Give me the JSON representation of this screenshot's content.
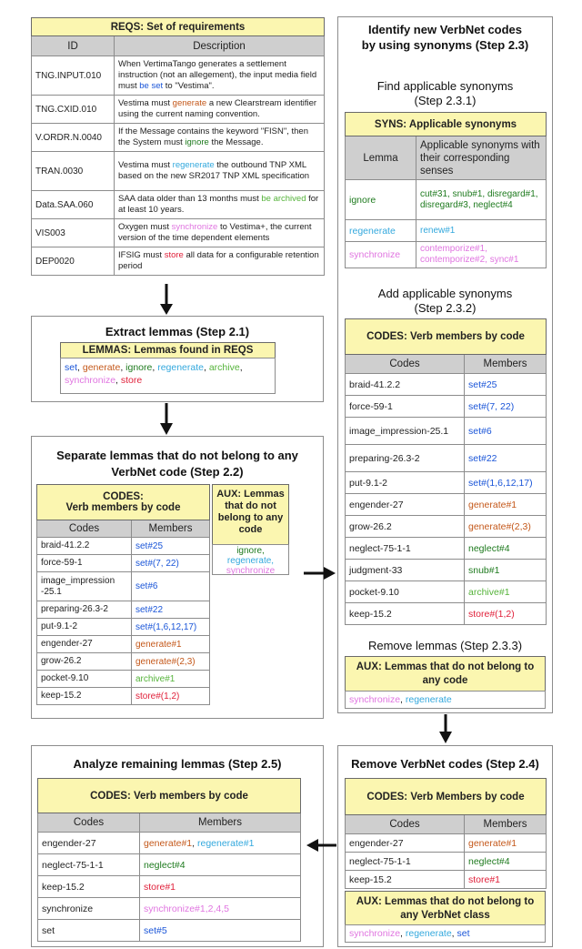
{
  "reqs": {
    "caption": "REQS: Set of requirements",
    "headers": [
      "ID",
      "Description"
    ],
    "rows": [
      {
        "id": "TNG.INPUT.010",
        "parts": [
          {
            "t": "When VertimaTango generates a settlement instruction (not an allegement), the input media field must ",
            "c": "dark"
          },
          {
            "t": "be set",
            "c": "blue"
          },
          {
            "t": " to \"Vestima\".",
            "c": "dark"
          }
        ]
      },
      {
        "id": "TNG.CXID.010",
        "parts": [
          {
            "t": "Vestima must ",
            "c": "dark"
          },
          {
            "t": "generate",
            "c": "orange"
          },
          {
            "t": " a new Clearstream identifier using the current naming convention.",
            "c": "dark"
          }
        ]
      },
      {
        "id": "V.ORDR.N.0040",
        "parts": [
          {
            "t": "If the Message contains the keyword \"FISN\", then the System must ",
            "c": "dark"
          },
          {
            "t": "ignore",
            "c": "dgreen"
          },
          {
            "t": " the Message.",
            "c": "dark"
          }
        ]
      },
      {
        "id": "TRAN.0030",
        "parts": [
          {
            "t": "Vestima must ",
            "c": "dark"
          },
          {
            "t": "regenerate",
            "c": "lblue"
          },
          {
            "t": " the outbound TNP XML based on the new SR2017 TNP XML specification",
            "c": "dark"
          }
        ]
      },
      {
        "id": "Data.SAA.060",
        "parts": [
          {
            "t": "SAA data older than 13 months must ",
            "c": "dark"
          },
          {
            "t": "be archived",
            "c": "lgreen"
          },
          {
            "t": " for at least 10 years.",
            "c": "dark"
          }
        ]
      },
      {
        "id": "VIS003",
        "parts": [
          {
            "t": "Oxygen must ",
            "c": "dark"
          },
          {
            "t": "synchronize",
            "c": "pink"
          },
          {
            "t": " to Vestima+, the current version of the time dependent elements",
            "c": "dark"
          }
        ]
      },
      {
        "id": "DEP0020",
        "parts": [
          {
            "t": " IFSIG must ",
            "c": "dark"
          },
          {
            "t": "store",
            "c": "red"
          },
          {
            "t": " all data for a configurable retention period",
            "c": "dark"
          }
        ]
      }
    ]
  },
  "step21": {
    "title": "Extract lemmas (Step 2.1)",
    "caption": "LEMMAS: Lemmas found in REQS",
    "parts": [
      {
        "t": "set",
        "c": "blue"
      },
      {
        "t": ", ",
        "c": "dark"
      },
      {
        "t": "generate",
        "c": "orange"
      },
      {
        "t": ", ",
        "c": "dark"
      },
      {
        "t": "ignore",
        "c": "dgreen"
      },
      {
        "t": ", ",
        "c": "dark"
      },
      {
        "t": "regenerate",
        "c": "lblue"
      },
      {
        "t": ", ",
        "c": "dark"
      },
      {
        "t": "archive",
        "c": "lgreen"
      },
      {
        "t": ", ",
        "c": "dark"
      },
      {
        "t": "synchronize",
        "c": "pink"
      },
      {
        "t": ", ",
        "c": "dark"
      },
      {
        "t": "store",
        "c": "red"
      }
    ]
  },
  "step22": {
    "title_line1": "Separate lemmas that do not belong to any",
    "title_line2": "VerbNet code (Step 2.2)",
    "codes_caption_line1": "CODES:",
    "codes_caption_line2": "Verb members by code",
    "headers": [
      "Codes",
      "Members"
    ],
    "rows": [
      {
        "code": "braid-41.2.2",
        "member": "set#25",
        "c": "blue"
      },
      {
        "code": "force-59-1",
        "member": "set#(7, 22)",
        "c": "blue"
      },
      {
        "code": "image_impression -25.1",
        "member": "set#6",
        "c": "blue"
      },
      {
        "code": "preparing-26.3-2",
        "member": "set#22",
        "c": "blue"
      },
      {
        "code": "put-9.1-2",
        "member": "set#(1,6,12,17)",
        "c": "blue"
      },
      {
        "code": "engender-27",
        "member": "generate#1",
        "c": "orange"
      },
      {
        "code": "grow-26.2",
        "member": "generate#(2,3)",
        "c": "orange"
      },
      {
        "code": "pocket-9.10",
        "member": "archive#1",
        "c": "lgreen"
      },
      {
        "code": "keep-15.2",
        "member": "store#(1,2)",
        "c": "red"
      }
    ],
    "aux_caption": "AUX: Lemmas that do not belong to any code",
    "aux_items": [
      {
        "t": "ignore,",
        "c": "dgreen"
      },
      {
        "t": "regenerate,",
        "c": "lblue"
      },
      {
        "t": "synchronize",
        "c": "pink"
      }
    ]
  },
  "step23": {
    "title_line1": "Identify new VerbNet codes",
    "title_line2": "by using synonyms (Step 2.3)",
    "sub1_line1": "Find applicable synonyms",
    "sub1_line2": "(Step 2.3.1)",
    "syns_caption": "SYNS: Applicable synonyms",
    "syns_headers": [
      "Lemma",
      "Applicable synonyms with their corresponding senses"
    ],
    "syns_rows": [
      {
        "lemma": "ignore",
        "syn": "cut#31, snub#1, disregard#1, disregard#3, neglect#4",
        "c": "dgreen"
      },
      {
        "lemma": "regenerate",
        "syn": "renew#1",
        "c": "lblue"
      },
      {
        "lemma": "synchronize",
        "syn": "contemporize#1, contemporize#2, sync#1",
        "c": "pink"
      }
    ],
    "sub2_line1": "Add applicable synonyms",
    "sub2_line2": "(Step 2.3.2)",
    "codes_caption": "CODES: Verb members by code",
    "headers": [
      "Codes",
      "Members"
    ],
    "rows": [
      {
        "code": "braid-41.2.2",
        "member": "set#25",
        "c": "blue"
      },
      {
        "code": "force-59-1",
        "member": "set#(7, 22)",
        "c": "blue"
      },
      {
        "code": "image_impression-25.1",
        "member": "set#6",
        "c": "blue"
      },
      {
        "code": "preparing-26.3-2",
        "member": "set#22",
        "c": "blue"
      },
      {
        "code": "put-9.1-2",
        "member": "set#(1,6,12,17)",
        "c": "blue"
      },
      {
        "code": "engender-27",
        "member": "generate#1",
        "c": "orange"
      },
      {
        "code": "grow-26.2",
        "member": "generate#(2,3)",
        "c": "orange"
      },
      {
        "code": "neglect-75-1-1",
        "member": "neglect#4",
        "c": "dgreen"
      },
      {
        "code": "judgment-33",
        "member": "snub#1",
        "c": "dgreen"
      },
      {
        "code": "pocket-9.10",
        "member": "archive#1",
        "c": "lgreen"
      },
      {
        "code": "keep-15.2",
        "member": "store#(1,2)",
        "c": "red"
      }
    ],
    "sub3": "Remove lemmas (Step 2.3.3)",
    "aux_caption": "AUX: Lemmas that do not belong to any code",
    "aux_parts": [
      {
        "t": "synchronize",
        "c": "pink"
      },
      {
        "t": ", ",
        "c": "dark"
      },
      {
        "t": "regenerate",
        "c": "lblue"
      }
    ]
  },
  "step24": {
    "title": "Remove VerbNet codes (Step 2.4)",
    "codes_caption": "CODES: Verb Members by code",
    "headers": [
      "Codes",
      "Members"
    ],
    "rows": [
      {
        "code": "engender-27",
        "member": "generate#1",
        "c": "orange"
      },
      {
        "code": "neglect-75-1-1",
        "member": "neglect#4",
        "c": "dgreen"
      },
      {
        "code": "keep-15.2",
        "member": "store#1",
        "c": "red"
      }
    ],
    "aux_caption": "AUX: Lemmas that do not belong to any VerbNet class",
    "aux_parts": [
      {
        "t": "synchronize",
        "c": "pink"
      },
      {
        "t": ", ",
        "c": "dark"
      },
      {
        "t": "regenerate",
        "c": "lblue"
      },
      {
        "t": ", ",
        "c": "dark"
      },
      {
        "t": "set",
        "c": "blue"
      }
    ]
  },
  "step25": {
    "title": "Analyze remaining lemmas (Step 2.5)",
    "codes_caption": "CODES: Verb members by code",
    "headers": [
      "Codes",
      "Members"
    ],
    "rows": [
      {
        "code": "engender-27",
        "parts": [
          {
            "t": "generate#1",
            "c": "orange"
          },
          {
            "t": ", ",
            "c": "dark"
          },
          {
            "t": "regenerate#1",
            "c": "lblue"
          }
        ]
      },
      {
        "code": "neglect-75-1-1",
        "parts": [
          {
            "t": "neglect#4",
            "c": "dgreen"
          }
        ]
      },
      {
        "code": "keep-15.2",
        "parts": [
          {
            "t": "store#1",
            "c": "red"
          }
        ]
      },
      {
        "code": "synchronize",
        "parts": [
          {
            "t": "synchronize#1,2,4,5",
            "c": "pink"
          }
        ]
      },
      {
        "code": "set",
        "parts": [
          {
            "t": "set#5",
            "c": "blue"
          }
        ]
      }
    ]
  }
}
